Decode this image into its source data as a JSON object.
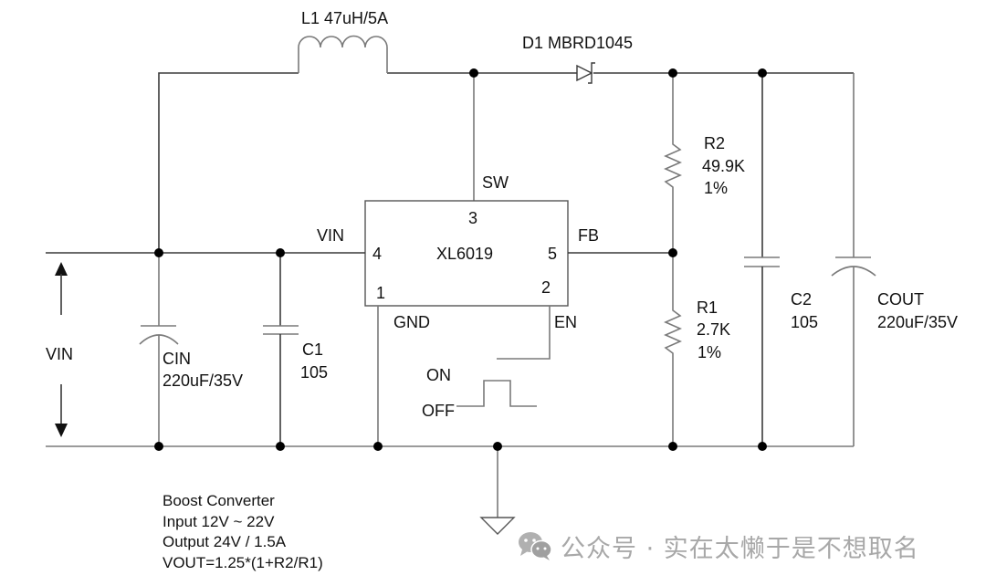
{
  "components": {
    "inductor": {
      "ref": "L1",
      "label": "L1 47uH/5A",
      "value": "47uH/5A"
    },
    "diode": {
      "ref": "D1",
      "label": "D1 MBRD1045",
      "part": "MBRD1045"
    },
    "ic": {
      "ref": "XL6019",
      "pins": {
        "sw": {
          "num": "3",
          "name": "SW"
        },
        "vin": {
          "num": "4",
          "name": "VIN"
        },
        "fb": {
          "num": "5",
          "name": "FB"
        },
        "gnd": {
          "num": "1",
          "name": "GND"
        },
        "en": {
          "num": "2",
          "name": "EN"
        }
      }
    },
    "r2": {
      "ref": "R2",
      "value": "49.9K",
      "tolerance": "1%"
    },
    "r1": {
      "ref": "R1",
      "value": "2.7K",
      "tolerance": "1%"
    },
    "c2": {
      "ref": "C2",
      "value": "105"
    },
    "cout": {
      "ref": "COUT",
      "value": "220uF/35V"
    },
    "cin": {
      "ref": "CIN",
      "value": "220uF/35V"
    },
    "c1": {
      "ref": "C1",
      "value": "105"
    }
  },
  "labels": {
    "vin_side": "VIN",
    "switch_on": "ON",
    "switch_off": "OFF"
  },
  "notes": [
    "Boost Converter",
    "Input 12V ~ 22V",
    "Output 24V / 1.5A",
    "VOUT=1.25*(1+R2/R1)"
  ],
  "watermark": {
    "icon": "wechat-icon",
    "text": "公众号 · 实在太懒于是不想取名"
  }
}
